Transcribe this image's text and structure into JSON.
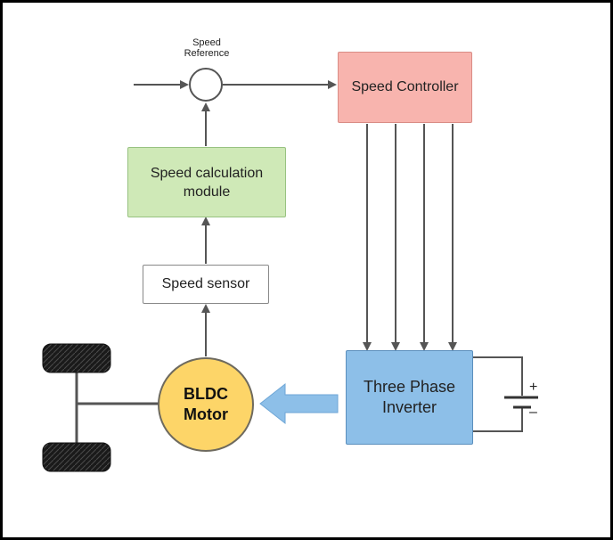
{
  "diagram": {
    "speed_reference": {
      "line1": "Speed",
      "line2": "Reference"
    },
    "speed_controller": "Speed Controller",
    "speed_calc": {
      "line1": "Speed calculation",
      "line2": "module"
    },
    "speed_sensor": "Speed sensor",
    "motor": {
      "line1": "BLDC",
      "line2": "Motor"
    },
    "inverter": {
      "line1": "Three Phase",
      "line2": "Inverter"
    },
    "battery": {
      "plus": "+",
      "minus": "–"
    }
  },
  "colors": {
    "controller_fill": "#f8b4ae",
    "calc_fill": "#cfe9b7",
    "inverter_fill": "#8dbfe8",
    "motor_fill": "#fdd568",
    "arrow_fill": "#8dbfe8",
    "line": "#555555"
  }
}
